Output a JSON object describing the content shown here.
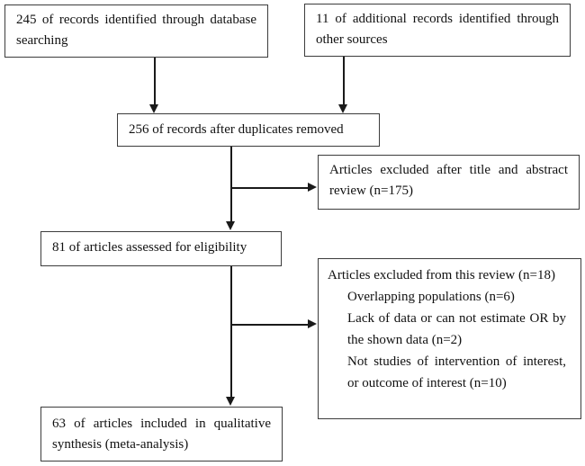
{
  "figure": {
    "boxes": {
      "identified_database": "245 of records identified through database searching",
      "identified_other": "11 of additional records identified through other sources",
      "after_duplicates": "256 of records after duplicates removed",
      "excluded_title_abstract": "Articles excluded after title and abstract review (n=175)",
      "assessed_eligibility": "81 of articles assessed for eligibility",
      "excluded_review": {
        "title": "Articles excluded from this review (n=18)",
        "items": [
          "Overlapping populations (n=6)",
          "Lack of data or can not estimate OR by the shown data (n=2)",
          "Not studies of intervention of interest, or outcome of interest (n=10)"
        ]
      },
      "included_synthesis": "63 of articles included in qualitative synthesis (meta-analysis)"
    }
  }
}
